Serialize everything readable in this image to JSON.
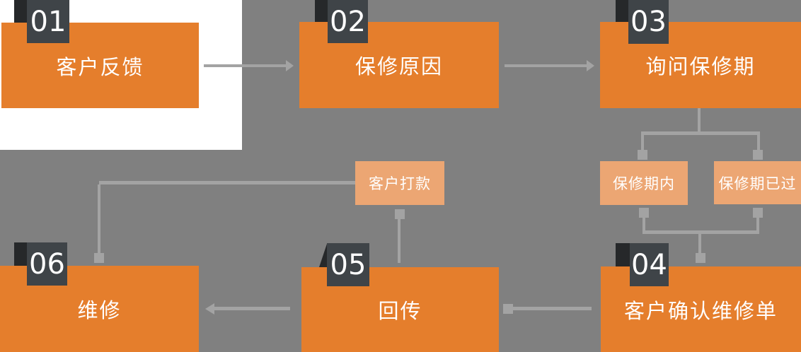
{
  "colors": {
    "bg": "#808080",
    "white": "#FFFFFF",
    "orange": "#E57E2C",
    "light_orange": "#ECA673",
    "badge": "#3F4448",
    "badge_fold": "#26282A",
    "line": "#A3A3A3",
    "text": "#FFFFFF"
  },
  "steps": [
    {
      "number": "01",
      "label": "客户反馈"
    },
    {
      "number": "02",
      "label": "保修原因"
    },
    {
      "number": "03",
      "label": "询问保修期"
    },
    {
      "number": "04",
      "label": "客户确认维修单"
    },
    {
      "number": "05",
      "label": "回传"
    },
    {
      "number": "06",
      "label": "维修"
    }
  ],
  "branches": {
    "in_warranty": "保修期内",
    "out_of_warranty": "保修期已过",
    "payment": "客户打款"
  },
  "connections": [
    {
      "from": "01",
      "to": "02",
      "arrow": true
    },
    {
      "from": "02",
      "to": "03",
      "arrow": true
    },
    {
      "from": "03",
      "to": "保修期内",
      "arrow": false
    },
    {
      "from": "03",
      "to": "保修期已过",
      "arrow": false
    },
    {
      "from": "保修期内",
      "to": "04",
      "arrow": false
    },
    {
      "from": "保修期已过",
      "to": "04",
      "arrow": false
    },
    {
      "from": "04",
      "to": "05",
      "arrow": false
    },
    {
      "from": "05",
      "to": "06",
      "arrow": true
    },
    {
      "from": "客户打款",
      "to": "05",
      "arrow": false
    },
    {
      "from": "客户打款",
      "to": "06",
      "arrow": false
    }
  ]
}
